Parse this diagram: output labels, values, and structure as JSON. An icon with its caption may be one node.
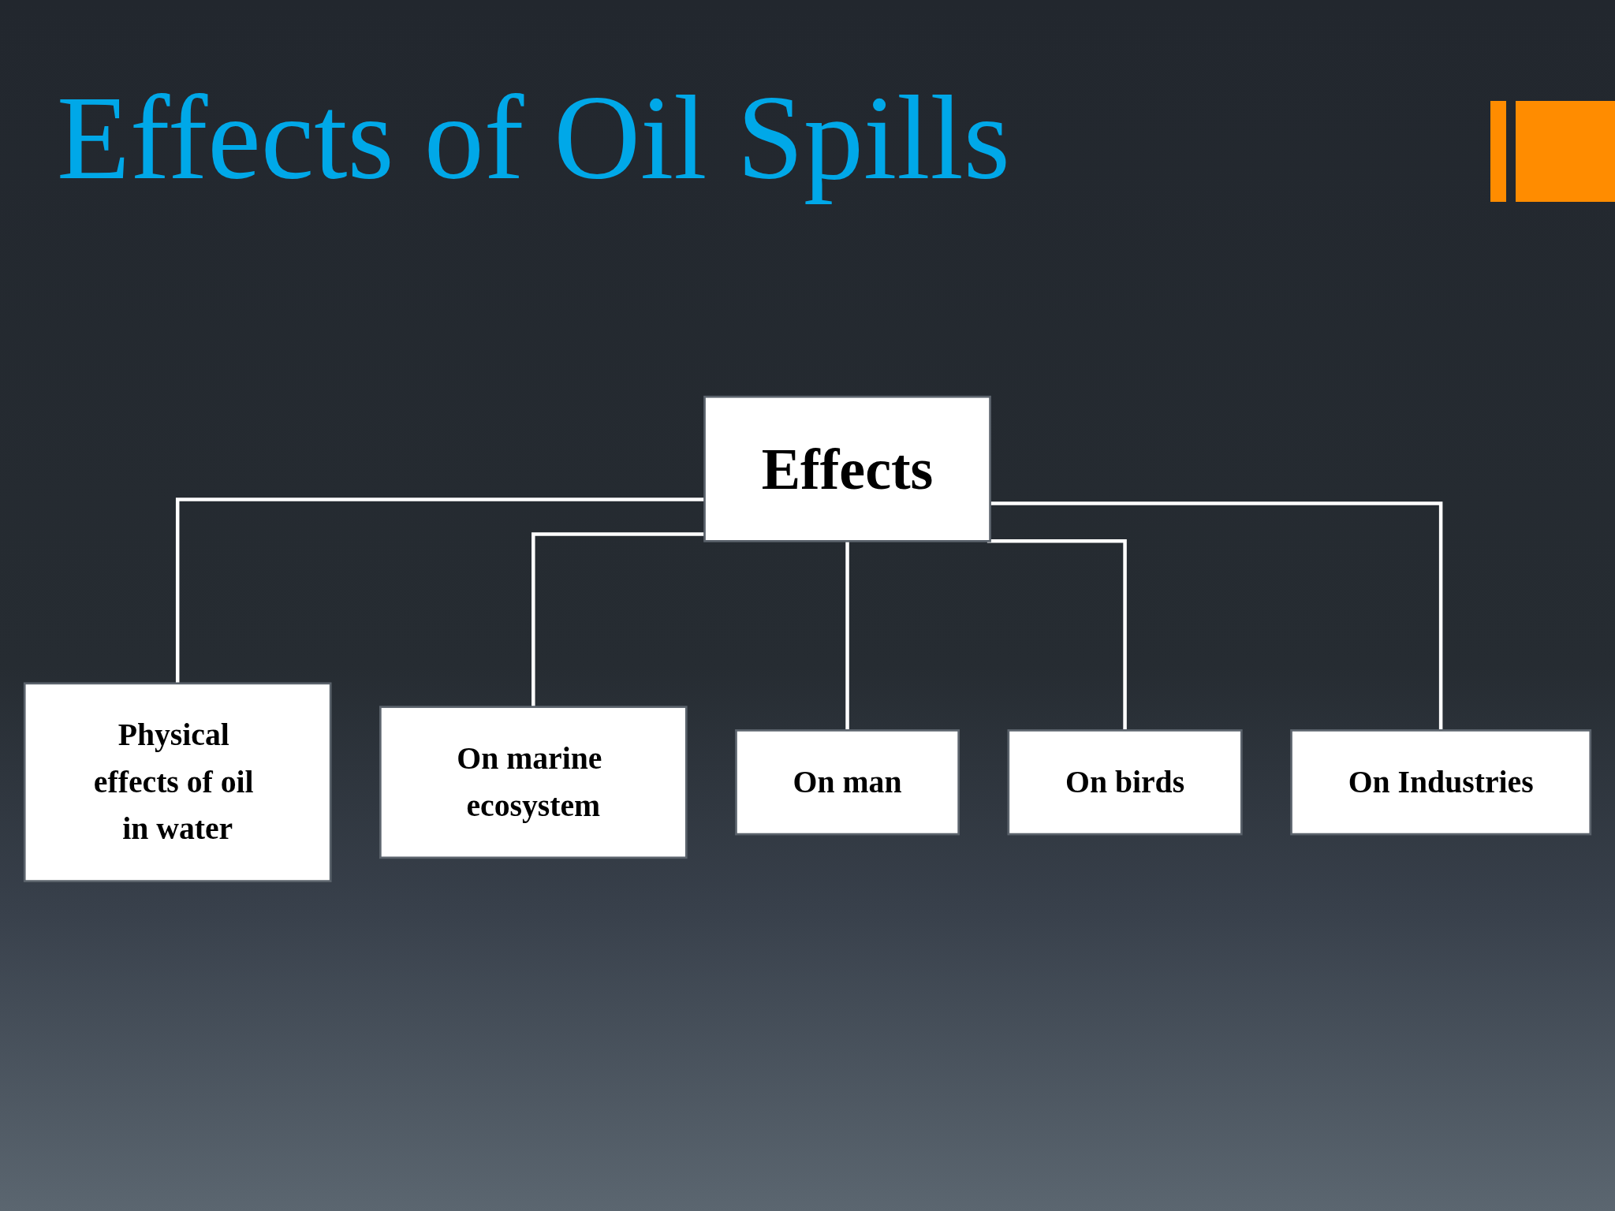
{
  "diagram": {
    "title": "Effects of Oil Spills",
    "nodes": [
      {
        "text": [
          "Effects"
        ]
      },
      {
        "text": [
          "Physical effects of oil in water"
        ]
      },
      {
        "text": [
          "On marine ecosystem"
        ]
      },
      {
        "text": [
          "On man"
        ]
      },
      {
        "text": [
          "On birds"
        ]
      },
      {
        "text": [
          "On Industries"
        ]
      }
    ],
    "edges": [
      {
        "from": 0,
        "to": 1,
        "arrow": "none"
      },
      {
        "from": 0,
        "to": 2,
        "arrow": "none"
      },
      {
        "from": 0,
        "to": 3,
        "arrow": "none"
      },
      {
        "from": 0,
        "to": 4,
        "arrow": "none"
      },
      {
        "from": 0,
        "to": 5,
        "arrow": "none"
      }
    ]
  }
}
